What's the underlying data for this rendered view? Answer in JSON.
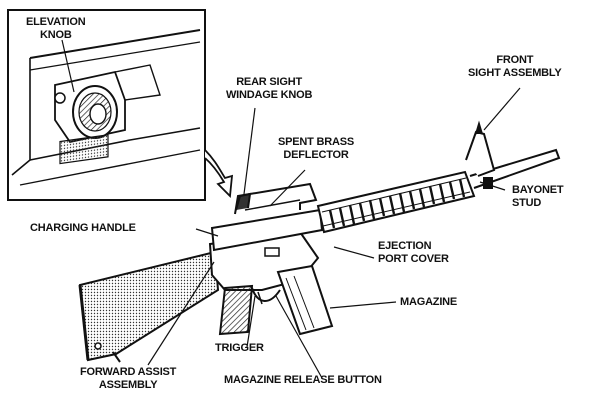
{
  "labels": {
    "elevation_knob": [
      "ELEVATION",
      "KNOB"
    ],
    "rear_sight_windage_knob": [
      "REAR SIGHT",
      "WINDAGE KNOB"
    ],
    "spent_brass_deflector": [
      "SPENT BRASS",
      "DEFLECTOR"
    ],
    "front_sight_assembly": [
      "FRONT",
      "SIGHT ASSEMBLY"
    ],
    "bayonet_stud": [
      "BAYONET",
      "STUD"
    ],
    "charging_handle": "CHARGING HANDLE",
    "ejection_port_cover": [
      "EJECTION",
      "PORT COVER"
    ],
    "magazine": "MAGAZINE",
    "trigger": "TRIGGER",
    "forward_assist_assembly": [
      "FORWARD ASSIST",
      "ASSEMBLY"
    ],
    "magazine_release_button": "MAGAZINE RELEASE BUTTON"
  },
  "colors": {
    "ink": "#111111",
    "paper": "#ffffff",
    "shade": "#555555"
  }
}
